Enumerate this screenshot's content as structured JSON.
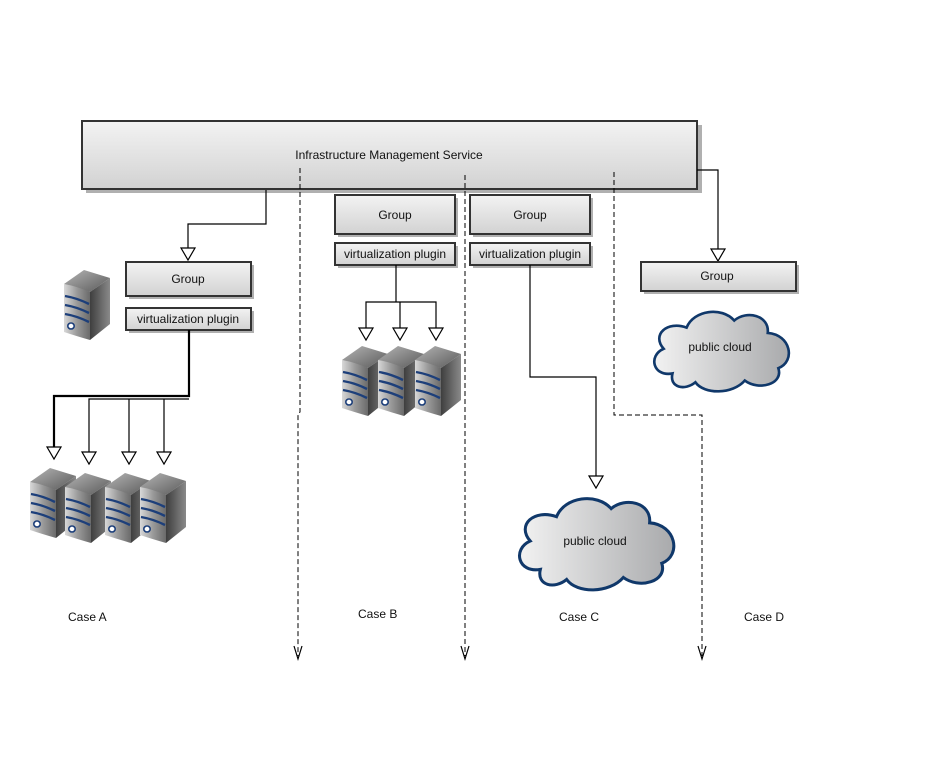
{
  "diagram": {
    "ims": {
      "label": "Infrastructure Management Service"
    },
    "cases": [
      {
        "id": "A",
        "label": "Case A",
        "group_label": "Group",
        "plugin_label": "virtualization plugin",
        "target": "servers",
        "server_count": 4
      },
      {
        "id": "B",
        "label": "Case B",
        "group_label": "Group",
        "plugin_label": "virtualization plugin",
        "target": "servers",
        "server_count": 3
      },
      {
        "id": "C",
        "label": "Case C",
        "group_label": "Group",
        "plugin_label": "virtualization plugin",
        "target": "public-cloud",
        "cloud_label": "public cloud"
      },
      {
        "id": "D",
        "label": "Case D",
        "group_label": "Group",
        "target": "public-cloud",
        "cloud_label": "public cloud"
      }
    ],
    "colors": {
      "box_border": "#333333",
      "box_fill_light": "#f2f2f2",
      "box_fill_dark": "#d0d0d0",
      "shadow": "#b0b0b0",
      "cloud_border": "#10386a",
      "server_stripe": "#1d3f7a"
    }
  }
}
